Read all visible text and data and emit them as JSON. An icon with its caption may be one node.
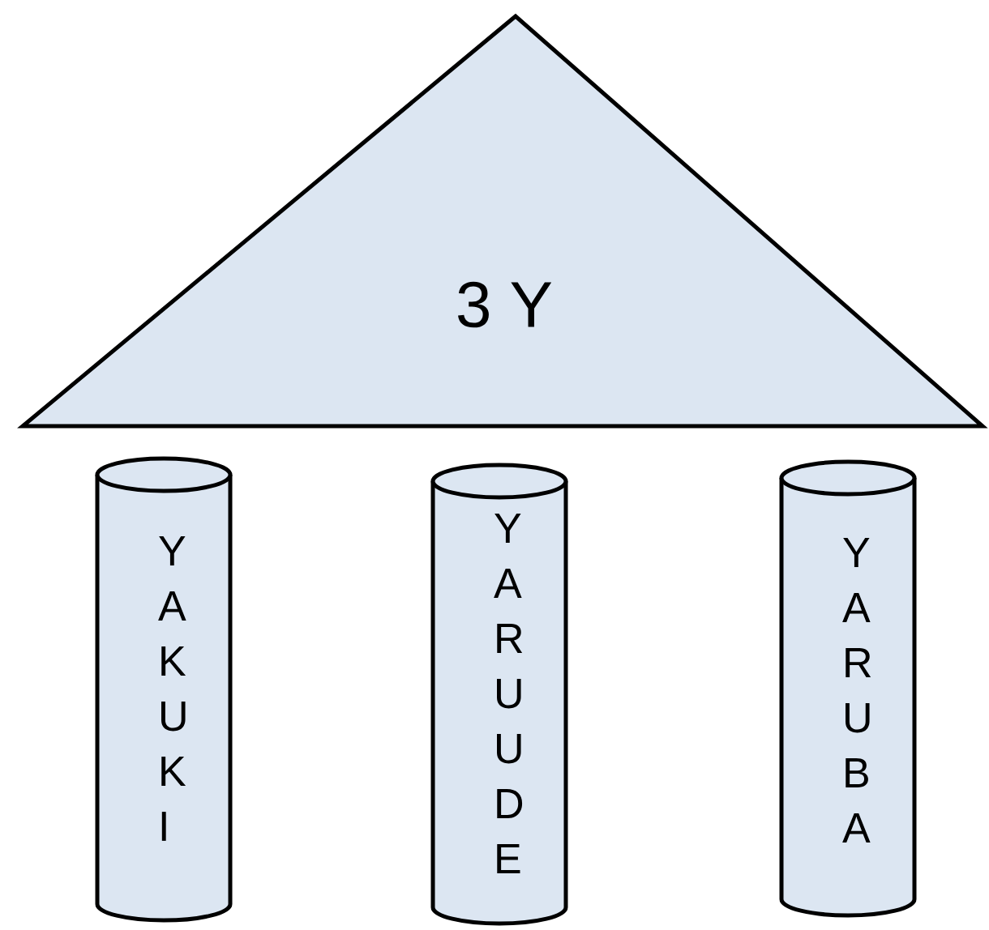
{
  "diagram": {
    "nodes": [
      {
        "text": [
          "3 Y"
        ]
      },
      {
        "text": [
          "YAKUKI"
        ]
      },
      {
        "text": [
          "YARUUDE"
        ]
      },
      {
        "text": [
          "YARUBA"
        ]
      }
    ]
  }
}
